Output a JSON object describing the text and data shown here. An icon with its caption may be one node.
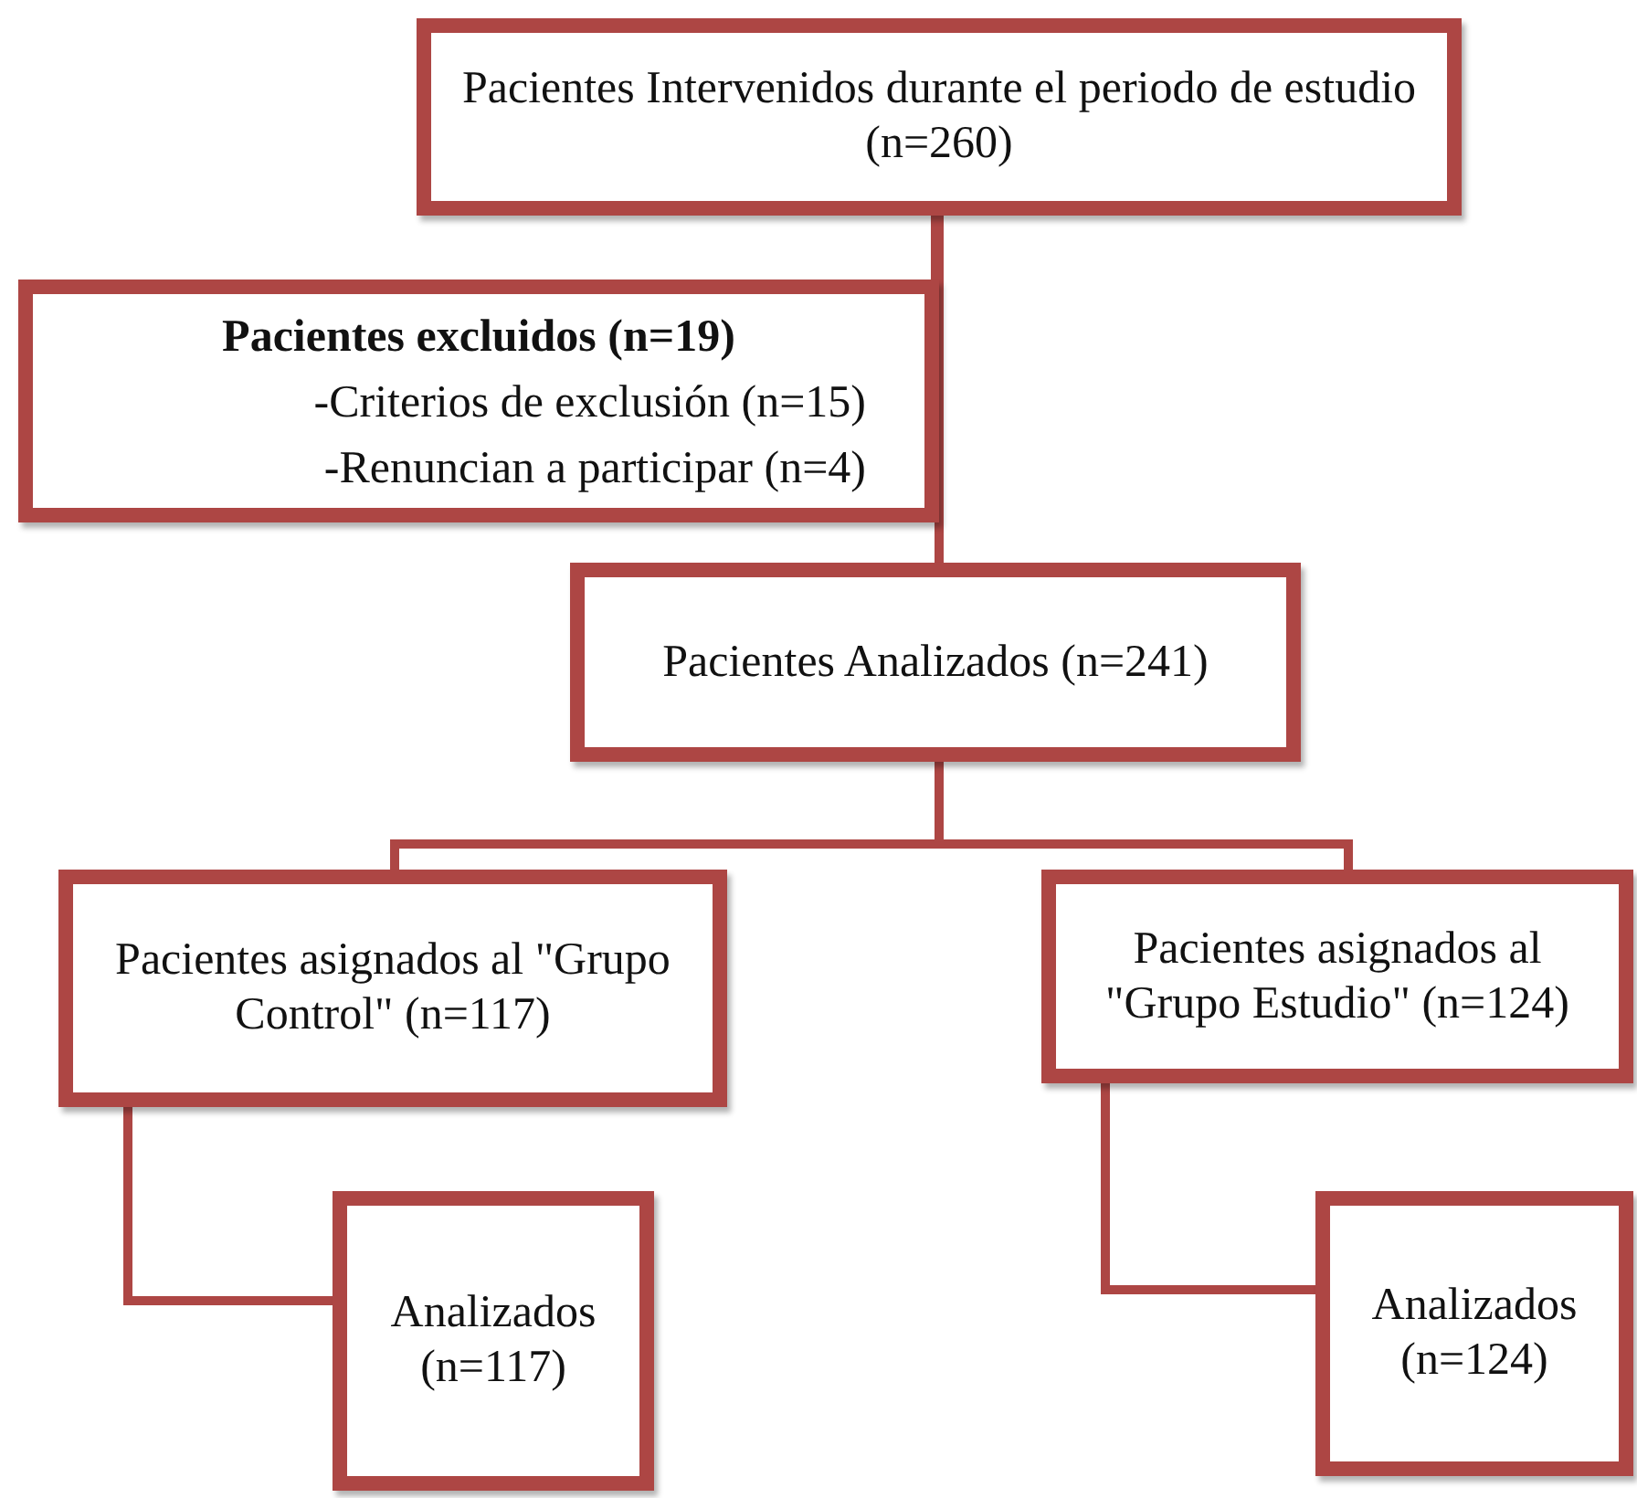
{
  "diagram": {
    "nodes": [
      {
        "text": [
          "Pacientes Intervenidos  durante el periodo de estudio (n=260)"
        ]
      },
      {
        "text": [
          "Pacientes excluidos (n=19)",
          "-Criterios de exclusión (n=15)",
          "-Renuncian a participar (n=4)"
        ]
      },
      {
        "text": [
          "Pacientes Analizados (n=241)"
        ]
      },
      {
        "text": [
          "Pacientes asignados al \"Grupo Control\" (n=117)"
        ]
      },
      {
        "text": [
          "Pacientes asignados al \"Grupo Estudio\" (n=124)"
        ]
      },
      {
        "text": [
          "Analizados (n=117)"
        ]
      },
      {
        "text": [
          "Analizados (n=124)"
        ]
      }
    ],
    "edges": [
      {
        "from": 0,
        "to": 1,
        "arrow": "none"
      },
      {
        "from": 0,
        "to": 2,
        "arrow": "none"
      },
      {
        "from": 2,
        "to": 3,
        "arrow": "none"
      },
      {
        "from": 2,
        "to": 4,
        "arrow": "none"
      },
      {
        "from": 3,
        "to": 5,
        "arrow": "none"
      },
      {
        "from": 4,
        "to": 6,
        "arrow": "none"
      }
    ]
  }
}
